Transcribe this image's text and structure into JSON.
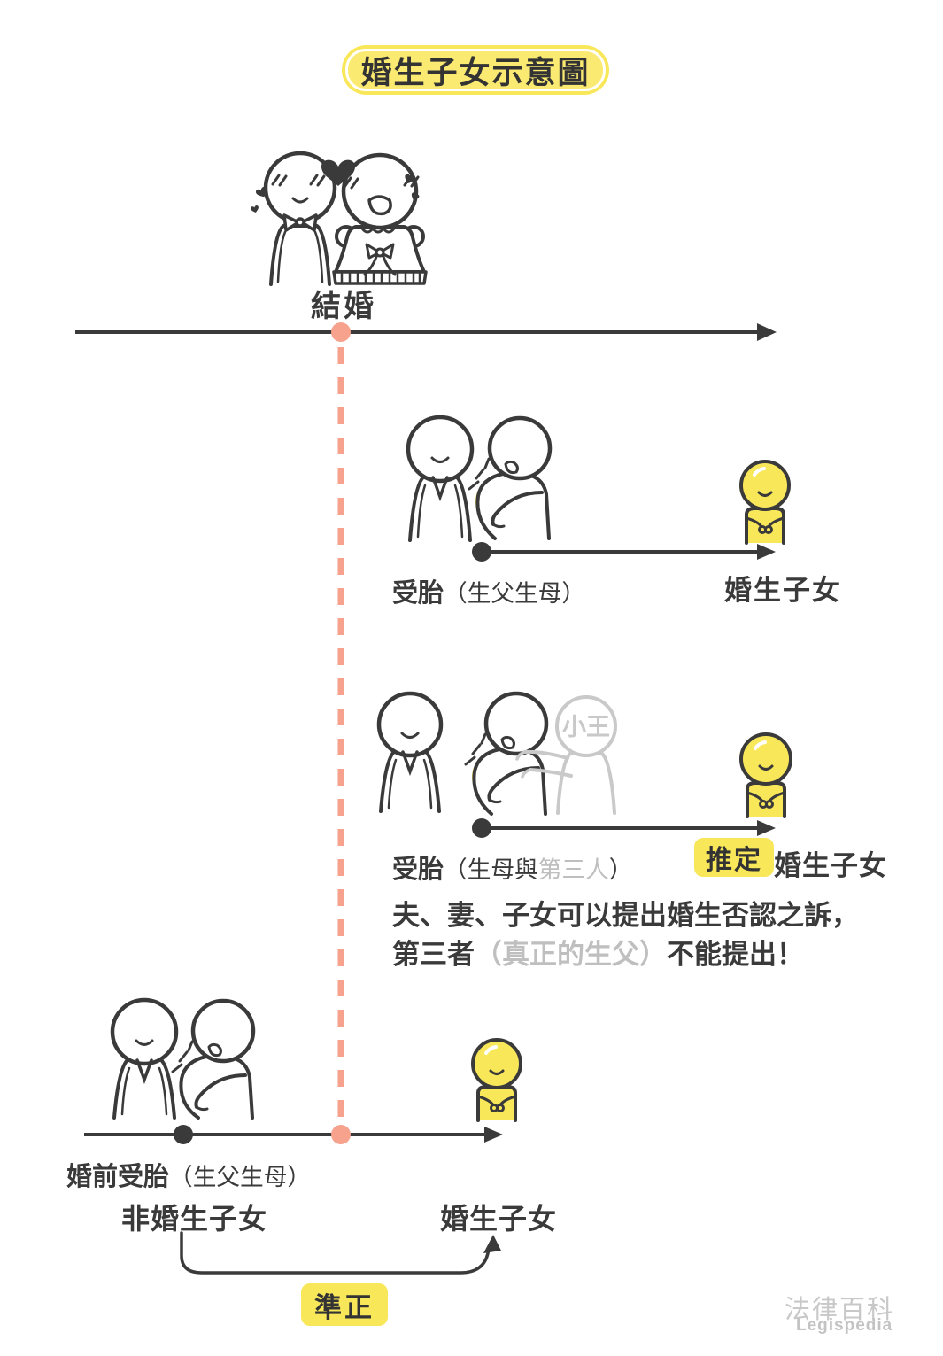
{
  "colors": {
    "accent": "#F6A28D",
    "highlight": "#F9E75A",
    "ink": "#3A3A3A",
    "muted": "#C6C6C6"
  },
  "title": "婚生子女示意圖",
  "marriage": {
    "label": "結婚"
  },
  "wedlock_row": {
    "event_main": "受胎",
    "event_paren": "（生父生母）",
    "result": "婚生子女"
  },
  "presumed_row": {
    "event_main": "受胎",
    "event_paren_prefix": "（生母與",
    "event_paren_gray": "第三人",
    "event_paren_suffix": "）",
    "badge": "推定",
    "result": "婚生子女",
    "ghost_name": "小王",
    "note_line1": "夫、妻、子女可以提出婚生否認之訴，",
    "note_line2_prefix": "第三者",
    "note_line2_gray": "（真正的生父）",
    "note_line2_suffix": "不能提出！"
  },
  "premarital_row": {
    "event_main": "婚前受胎",
    "event_paren": "（生父生母）",
    "from_label": "非婚生子女",
    "to_label": "婚生子女",
    "badge": "準正"
  },
  "logo": {
    "zh": "法律百科",
    "en": "Legispedia"
  }
}
